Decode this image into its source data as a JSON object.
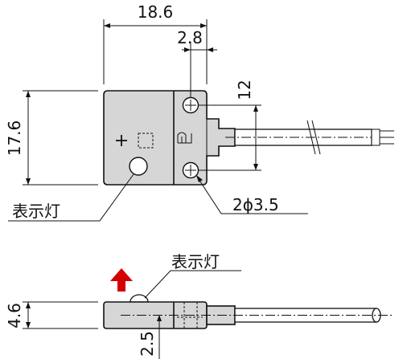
{
  "dimensions": {
    "width": "18.6",
    "cable_offset": "2.8",
    "pitch": "12",
    "height": "17.6",
    "holes": "2ϕ3.5",
    "thickness": "4.6",
    "led_height": "2.5"
  },
  "labels": {
    "indicator_top": "表示灯",
    "indicator_side": "表示灯"
  },
  "colors": {
    "body": "#d6d6d6",
    "arrow": "#d40000"
  }
}
